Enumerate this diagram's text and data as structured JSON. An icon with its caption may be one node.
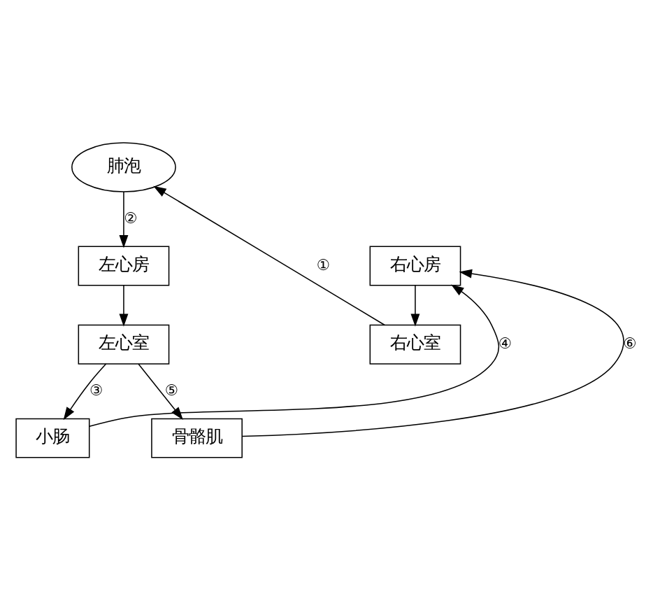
{
  "diagram": {
    "nodes": [
      {
        "text": [
          "肺泡"
        ]
      },
      {
        "text": [
          "右心房"
        ]
      },
      {
        "text": [
          "左心房"
        ]
      },
      {
        "text": [
          "右心室"
        ]
      },
      {
        "text": [
          "左心室"
        ]
      },
      {
        "text": [
          "小肠"
        ]
      },
      {
        "text": [
          "骨骼肌"
        ]
      }
    ],
    "edges": [
      {
        "from": 3,
        "to": 0,
        "arrow": "to",
        "label": "①"
      },
      {
        "from": 0,
        "to": 2,
        "arrow": "to",
        "label": "②"
      },
      {
        "from": 1,
        "to": 3,
        "arrow": "to"
      },
      {
        "from": 2,
        "to": 4,
        "arrow": "to"
      },
      {
        "from": 4,
        "to": 5,
        "arrow": "to",
        "label": "③"
      },
      {
        "from": 5,
        "to": 1,
        "arrow": "to",
        "label": "④"
      },
      {
        "from": 4,
        "to": 6,
        "arrow": "to",
        "label": "⑤"
      },
      {
        "from": 6,
        "to": 1,
        "arrow": "to",
        "label": "⑥"
      }
    ]
  }
}
